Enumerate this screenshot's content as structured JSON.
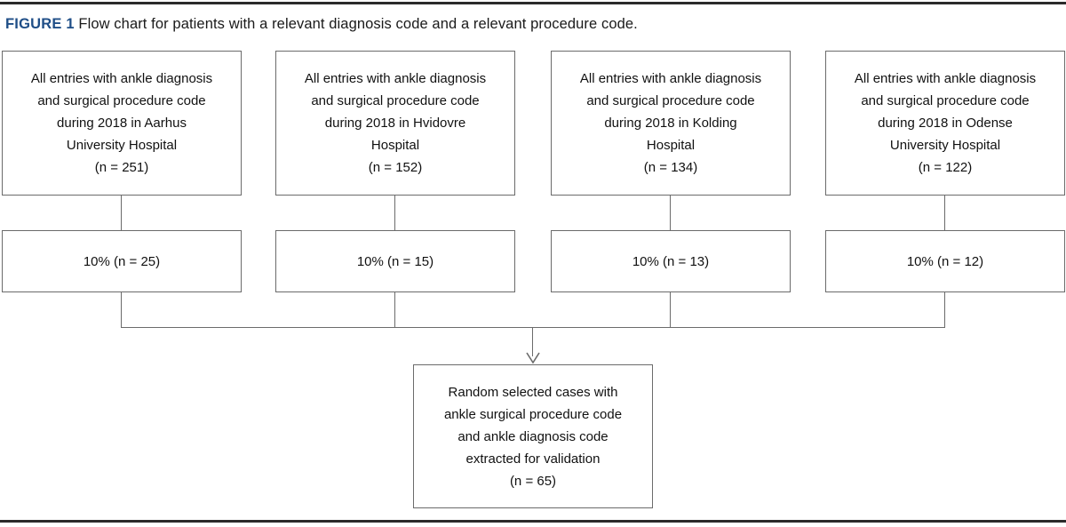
{
  "figure": {
    "label": "FIGURE 1",
    "caption": "Flow chart for patients with a relevant diagnosis code and a relevant procedure code.",
    "label_color": "#1f4e87",
    "box_border_color": "#6b6b6b",
    "rule_color": "#2b2b2b"
  },
  "chart_data": {
    "type": "diagram",
    "title": "Flow chart for patients with a relevant diagnosis code and a relevant procedure code.",
    "orientation": "top-to-bottom",
    "levels": [
      {
        "name": "source-cohorts",
        "nodes": [
          {
            "id": "aarhus",
            "lines": [
              "All entries with ankle diagnosis",
              "and surgical procedure code",
              "during 2018 in Aarhus",
              "University Hospital",
              "(n = 251)"
            ],
            "hospital": "Aarhus University Hospital",
            "year": 2018,
            "n": 251
          },
          {
            "id": "hvidovre",
            "lines": [
              "All entries with ankle diagnosis",
              "and surgical procedure code",
              "during 2018 in Hvidovre",
              "Hospital",
              "(n = 152)"
            ],
            "hospital": "Hvidovre Hospital",
            "year": 2018,
            "n": 152
          },
          {
            "id": "kolding",
            "lines": [
              "All entries with ankle diagnosis",
              "and surgical procedure code",
              "during 2018 in Kolding",
              "Hospital",
              "(n = 134)"
            ],
            "hospital": "Kolding Hospital",
            "year": 2018,
            "n": 134
          },
          {
            "id": "odense",
            "lines": [
              "All entries with ankle diagnosis",
              "and surgical procedure code",
              "during 2018 in Odense",
              "University Hospital",
              "(n = 122)"
            ],
            "hospital": "Odense University Hospital",
            "year": 2018,
            "n": 122
          }
        ]
      },
      {
        "name": "sampled-fractions",
        "nodes": [
          {
            "id": "aarhus-sample",
            "text": "10% (n = 25)",
            "percent": 10,
            "n": 25
          },
          {
            "id": "hvidovre-sample",
            "text": "10% (n = 15)",
            "percent": 10,
            "n": 15
          },
          {
            "id": "kolding-sample",
            "text": "10% (n = 13)",
            "percent": 10,
            "n": 13
          },
          {
            "id": "odense-sample",
            "text": "10% (n = 12)",
            "percent": 10,
            "n": 12
          }
        ]
      },
      {
        "name": "pooled-validation-set",
        "nodes": [
          {
            "id": "validation",
            "lines": [
              "Random selected cases with",
              "ankle surgical procedure code",
              "and ankle diagnosis code",
              "extracted for validation",
              "(n = 65)"
            ],
            "n": 65
          }
        ]
      }
    ],
    "edges": [
      {
        "from": "aarhus",
        "to": "aarhus-sample"
      },
      {
        "from": "hvidovre",
        "to": "hvidovre-sample"
      },
      {
        "from": "kolding",
        "to": "kolding-sample"
      },
      {
        "from": "odense",
        "to": "odense-sample"
      },
      {
        "from": "aarhus-sample",
        "to": "validation",
        "style": "manifold"
      },
      {
        "from": "hvidovre-sample",
        "to": "validation",
        "style": "manifold"
      },
      {
        "from": "kolding-sample",
        "to": "validation",
        "style": "manifold"
      },
      {
        "from": "odense-sample",
        "to": "validation",
        "style": "manifold",
        "arrow": true
      }
    ]
  }
}
